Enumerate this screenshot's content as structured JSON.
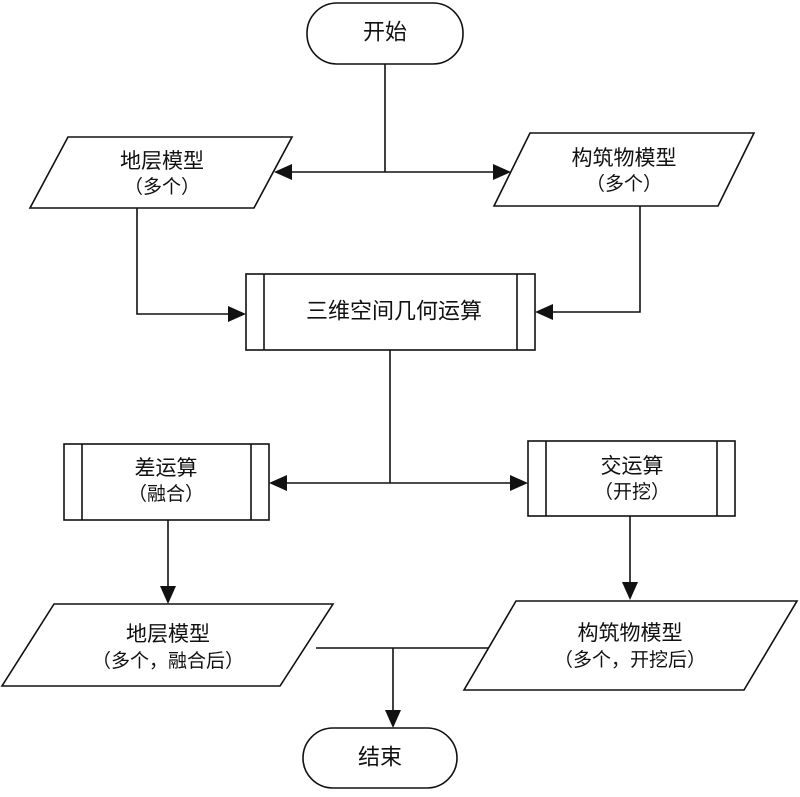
{
  "flowchart": {
    "start": {
      "label": "开始"
    },
    "strata_model": {
      "line1": "地层模型",
      "line2": "（多个）"
    },
    "building_model": {
      "line1": "构筑物模型",
      "line2": "（多个）"
    },
    "geometry_op": {
      "label": "三维空间几何运算"
    },
    "diff_op": {
      "line1": "差运算",
      "line2": "（融合）"
    },
    "intersect_op": {
      "line1": "交运算",
      "line2": "（开挖）"
    },
    "strata_result": {
      "line1": "地层模型",
      "line2": "（多个，融合后）"
    },
    "building_result": {
      "line1": "构筑物模型",
      "line2": "（多个，开挖后）"
    },
    "end": {
      "label": "结束"
    }
  }
}
